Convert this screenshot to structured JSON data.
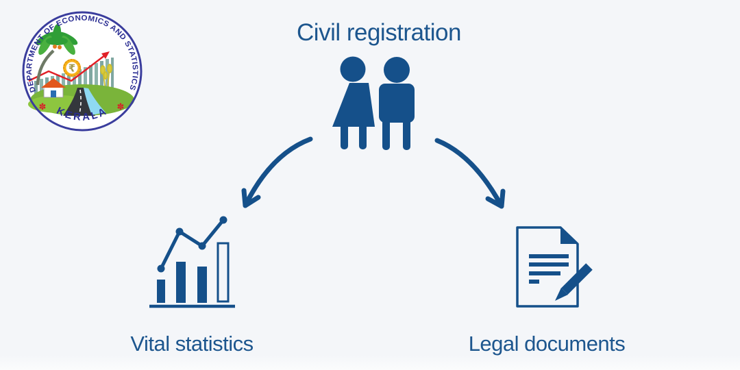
{
  "page": {
    "background_color": "#f4f6f9",
    "accent_color": "#15508a",
    "text_color": "#1d568e"
  },
  "logo": {
    "arc_text": "DEPARTMENT OF ECONOMICS AND STATISTICS",
    "region_text": "KERALA",
    "flower_symbol": "✽",
    "currency_symbol": "₹",
    "ring_color": "#3a3d9d",
    "arc_text_color": "#2a2d92",
    "flower_color": "#d62329",
    "trend_line_color": "#e11f26"
  },
  "diagram": {
    "title": "Civil registration",
    "branches": [
      {
        "label": "Vital statistics"
      },
      {
        "label": "Legal documents"
      }
    ]
  }
}
